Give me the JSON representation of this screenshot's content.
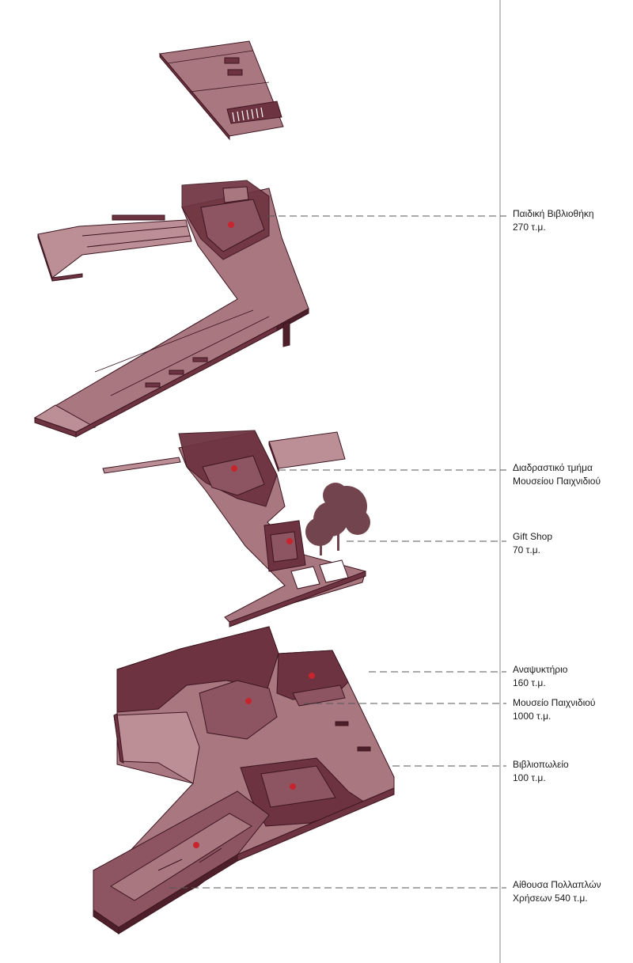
{
  "colors": {
    "floor": "#a9777f",
    "floor_light": "#bb8f95",
    "wall": "#6e3340",
    "wall_dark": "#4d1f2a",
    "edge": "#3d1520",
    "marker": "#c8242e",
    "tree": "#5a2530",
    "leader": "#555555",
    "divider": "#8a8a8a"
  },
  "labels": [
    {
      "key": "paidiki",
      "line1": "Παιδική Βιβλιοθήκη",
      "line2": "270 τ.μ."
    },
    {
      "key": "diadrastiko",
      "line1": "Διαδραστικό τμήμα",
      "line2": "Μουσείου Παιχνιδιού"
    },
    {
      "key": "giftshop",
      "line1": "Gift Shop",
      "line2": "70 τ.μ."
    },
    {
      "key": "anapsyktirio",
      "line1": "Αναψυκτήριο",
      "line2": "160 τ.μ."
    },
    {
      "key": "mouseio",
      "line1": "Μουσείο Παιχνιδιού",
      "line2": "1000 τ.μ."
    },
    {
      "key": "vivliopoleio",
      "line1": "Βιβλιοπωλείο",
      "line2": "100 τ.μ."
    },
    {
      "key": "aithousa",
      "line1": "Αίθουσα Πολλαπλών",
      "line2": "Χρήσεων 540 τ.μ."
    }
  ]
}
